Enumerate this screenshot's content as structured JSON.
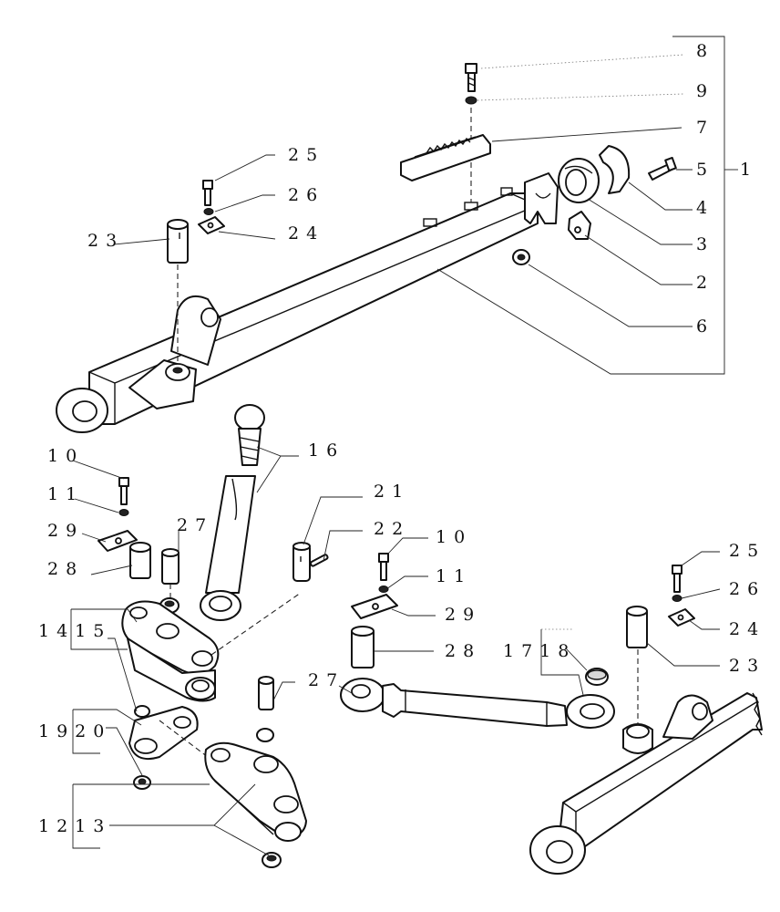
{
  "diagram": {
    "callouts": [
      {
        "id": "c8",
        "text": "8"
      },
      {
        "id": "c9",
        "text": "9"
      },
      {
        "id": "c7",
        "text": "7"
      },
      {
        "id": "c5",
        "text": "5"
      },
      {
        "id": "c1",
        "text": "1"
      },
      {
        "id": "c4",
        "text": "4"
      },
      {
        "id": "c3",
        "text": "3"
      },
      {
        "id": "c2",
        "text": "2"
      },
      {
        "id": "c6",
        "text": "6"
      },
      {
        "id": "c25a",
        "text": "25"
      },
      {
        "id": "c26a",
        "text": "26"
      },
      {
        "id": "c24a",
        "text": "24"
      },
      {
        "id": "c23a",
        "text": "23"
      },
      {
        "id": "c16",
        "text": "16"
      },
      {
        "id": "c10a",
        "text": "10"
      },
      {
        "id": "c11a",
        "text": "11"
      },
      {
        "id": "c29a",
        "text": "29"
      },
      {
        "id": "c28a",
        "text": "28"
      },
      {
        "id": "c27a",
        "text": "27"
      },
      {
        "id": "c21",
        "text": "21"
      },
      {
        "id": "c22",
        "text": "22"
      },
      {
        "id": "c14-15",
        "text": "1415"
      },
      {
        "id": "c19-20",
        "text": "1920"
      },
      {
        "id": "c12-13",
        "text": "1213"
      },
      {
        "id": "c27b",
        "text": "27"
      },
      {
        "id": "c10b",
        "text": "10"
      },
      {
        "id": "c11b",
        "text": "11"
      },
      {
        "id": "c29b",
        "text": "29"
      },
      {
        "id": "c28b",
        "text": "28"
      },
      {
        "id": "c17-18",
        "text": "1718"
      },
      {
        "id": "c25b",
        "text": "25"
      },
      {
        "id": "c26b",
        "text": "26"
      },
      {
        "id": "c24b",
        "text": "24"
      },
      {
        "id": "c23b",
        "text": "23"
      }
    ]
  }
}
